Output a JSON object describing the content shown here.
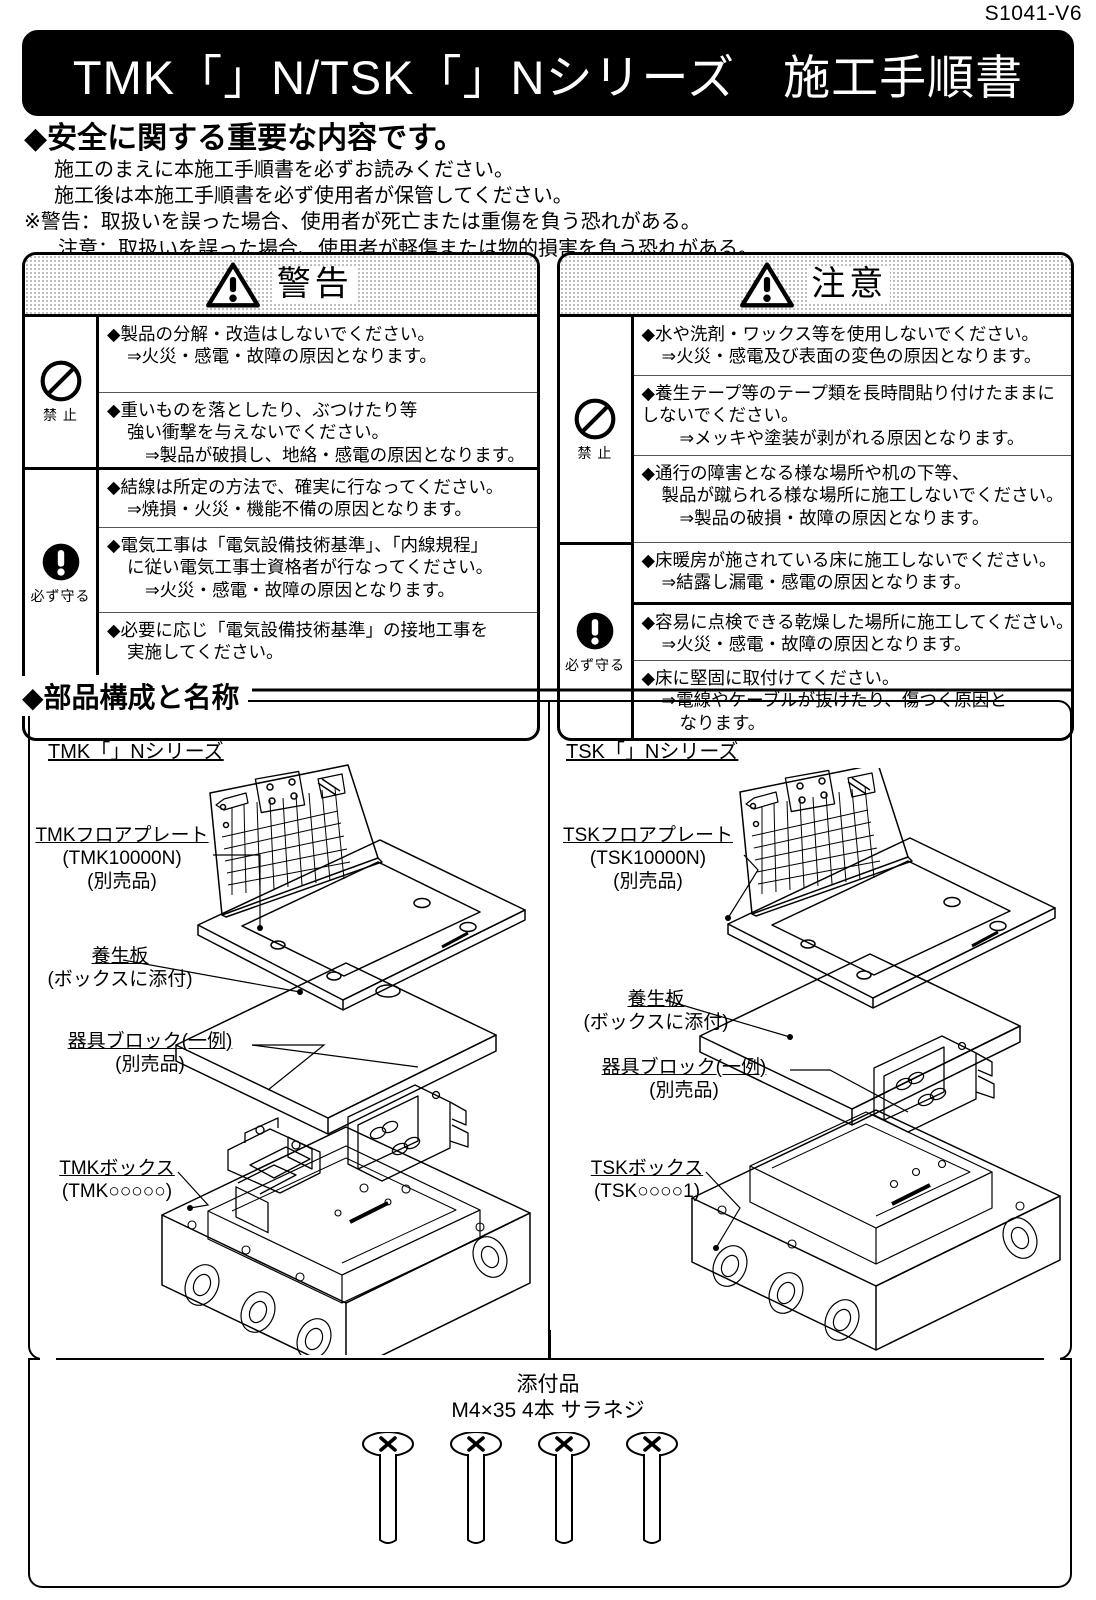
{
  "doc_code": "S1041-V6",
  "title": "TMK「」N/TSK「」Nシリーズ　施工手順書",
  "safety": {
    "heading": "◆安全に関する重要な内容です。",
    "lines": [
      "施工のまえに本施工手順書を必ずお読みください。",
      "施工後は本施工手順書を必ず使用者が保管してください。",
      "※警告：取扱いを誤った場合、使用者が死亡または重傷を負う恐れがある。",
      "注意：取扱いを誤った場合、使用者が軽傷または物的損害を負う恐れがある。"
    ]
  },
  "warning_panel": {
    "header_label": "警告",
    "icon": "warning-triangle-icon",
    "groups": [
      {
        "icon": "prohibition-icon",
        "icon_label": "禁 止",
        "rules": [
          [
            "◆製品の分解・改造はしないでください。",
            "⇒火災・感電・故障の原因となります。"
          ],
          [
            "◆重いものを落としたり、ぶつけたり等",
            "強い衝撃を与えないでください。",
            "⇒製品が破損し、地絡・感電の原因となります。"
          ]
        ]
      },
      {
        "icon": "mandatory-icon",
        "icon_label": "必ず守る",
        "rules": [
          [
            "◆結線は所定の方法で、確実に行なってください。",
            "⇒焼損・火災・機能不備の原因となります。"
          ],
          [
            "◆電気工事は「電気設備技術基準」、「内線規程」",
            "に従い電気工事士資格者が行なってください。",
            "⇒火災・感電・故障の原因となります。"
          ],
          [
            "◆必要に応じ「電気設備技術基準」の接地工事を",
            "実施してください。"
          ]
        ]
      }
    ]
  },
  "caution_panel": {
    "header_label": "注意",
    "icon": "warning-triangle-icon",
    "groups": [
      {
        "icon": "prohibition-icon",
        "icon_label": "禁 止",
        "rules": [
          [
            "◆水や洗剤・ワックス等を使用しないでください。",
            "⇒火災・感電及び表面の変色の原因となります。"
          ],
          [
            "◆養生テープ等のテープ類を長時間貼り付けたままに",
            "しないでください。",
            "⇒メッキや塗装が剥がれる原因となります。"
          ],
          [
            "◆通行の障害となる様な場所や机の下等、",
            "製品が蹴られる様な場所に施工しないでください。",
            "⇒製品の破損・故障の原因となります。"
          ],
          [
            "◆床暖房が施されている床に施工しないでください。",
            "⇒結露し漏電・感電の原因となります。"
          ]
        ]
      },
      {
        "icon": "mandatory-icon",
        "icon_label": "必ず守る",
        "rules": [
          [
            "◆容易に点検できる乾燥した場所に施工してください。",
            "⇒火災・感電・故障の原因となります。"
          ],
          [
            "◆床に堅固に取付けてください。",
            "⇒電線やケーブルが抜けたり、傷つく原因と",
            "なります。"
          ]
        ]
      }
    ]
  },
  "parts": {
    "heading": "◆部品構成と名称",
    "left_series": "TMK「」Nシリーズ",
    "right_series": "TSK「」Nシリーズ",
    "left_labels": [
      {
        "name": "TMKフロアプレート",
        "code": "(TMK10000N)",
        "note": "(別売品)"
      },
      {
        "name": "養生板",
        "code": "(ボックスに添付)",
        "note": ""
      },
      {
        "name": "器具ブロック(一例)",
        "code": "(別売品)",
        "note": ""
      },
      {
        "name": "TMKボックス",
        "code": "(TMK○○○○○)",
        "note": ""
      }
    ],
    "right_labels": [
      {
        "name": "TSKフロアプレート",
        "code": "(TSK10000N)",
        "note": "(別売品)"
      },
      {
        "name": "養生板",
        "code": "(ボックスに添付)",
        "note": ""
      },
      {
        "name": "器具ブロック(一例)",
        "code": "(別売品)",
        "note": ""
      },
      {
        "name": "TSKボックス",
        "code": "(TSK○○○○1)",
        "note": ""
      }
    ]
  },
  "attachment": {
    "title": "添付品",
    "spec": "M4×35 4本 サラネジ",
    "screw_count": 4
  }
}
